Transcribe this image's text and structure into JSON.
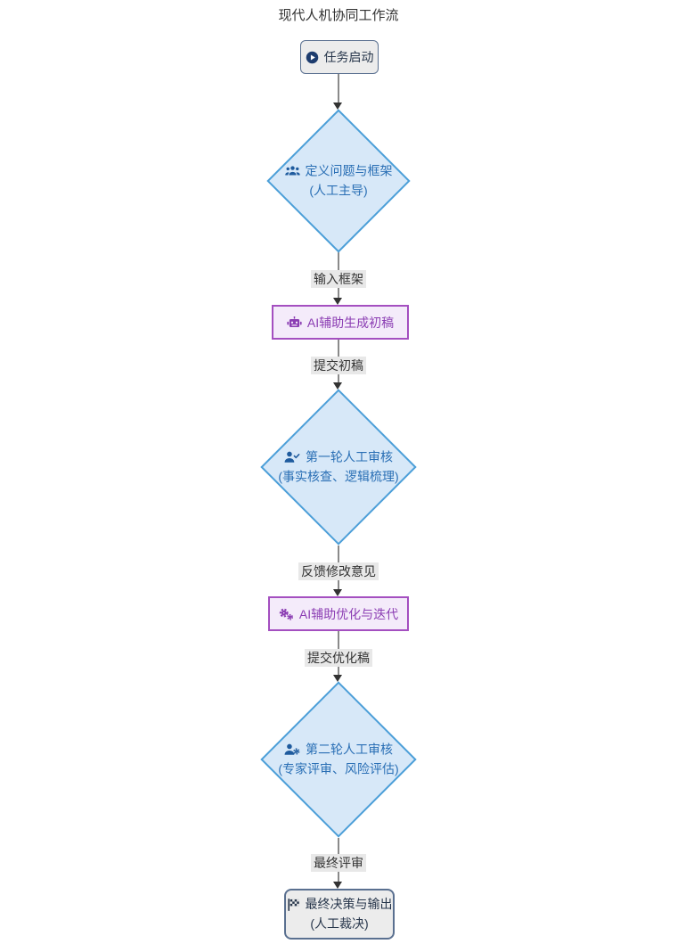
{
  "title": "现代人机协同工作流",
  "colors": {
    "human_node_fill": "#d7e8f8",
    "human_node_border": "#4c9fd8",
    "human_node_text": "#2a6fb5",
    "ai_node_fill": "#f4ebfa",
    "ai_node_border": "#a44fc0",
    "ai_node_text": "#8b3db3",
    "terminal_fill": "#ececec",
    "terminal_border": "#5a7090",
    "terminal_text": "#27364b",
    "edge_line": "#8a8a8a",
    "edge_arrow": "#333333",
    "edge_label_bg": "#e8e8e8"
  },
  "nodes": {
    "start": {
      "label": "任务启动",
      "icon": "play-circle"
    },
    "define": {
      "line1": "定义问题与框架",
      "line2": "(人工主导)",
      "icon": "users"
    },
    "ai_draft": {
      "label": "AI辅助生成初稿",
      "icon": "robot"
    },
    "review1": {
      "line1": "第一轮人工审核",
      "line2": "(事实核查、逻辑梳理)",
      "icon": "user-check"
    },
    "ai_refine": {
      "label": "AI辅助优化与迭代",
      "icon": "gears"
    },
    "review2": {
      "line1": "第二轮人工审核",
      "line2": "(专家评审、风险评估)",
      "icon": "user-gear"
    },
    "final": {
      "line1": "最终决策与输出",
      "line2": "(人工裁决)",
      "icon": "flag-checkered"
    }
  },
  "edges": {
    "to_ai_draft": {
      "label": "输入框架"
    },
    "to_review1": {
      "label": "提交初稿"
    },
    "to_ai_refine": {
      "label": "反馈修改意见"
    },
    "to_review2": {
      "label": "提交优化稿"
    },
    "to_final": {
      "label": "最终评审"
    }
  }
}
